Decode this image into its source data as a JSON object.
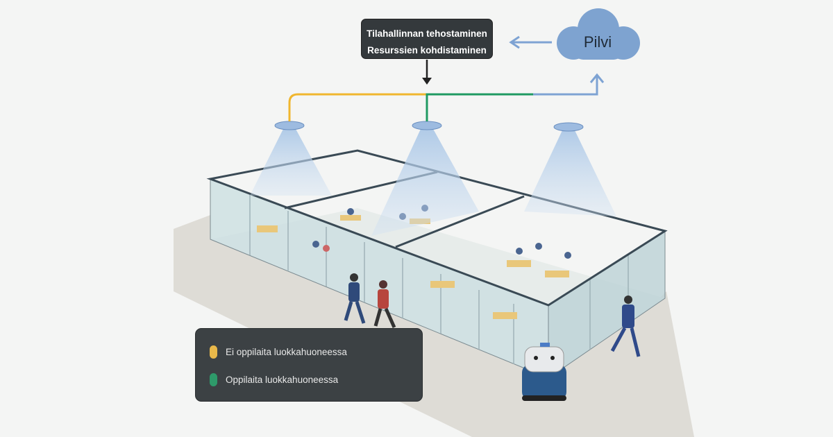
{
  "infobox": {
    "line1": "Tilahallinnan tehostaminen",
    "line2": "Resurssien kohdistaminen"
  },
  "cloud": {
    "label": "Pilvi",
    "icon": "cloud-icon"
  },
  "legend": {
    "items": [
      {
        "label": "Ei oppilaita luokkahuoneessa",
        "color": "#e9b84a"
      },
      {
        "label": "Oppilaita luokkahuoneessa",
        "color": "#2e9a6a"
      }
    ]
  },
  "colors": {
    "yellow_line": "#f0b62e",
    "green_line": "#1f9a62",
    "blue_line": "#7ea3d3",
    "cloud": "#7ea3d0",
    "glass": "#c9dde0"
  }
}
